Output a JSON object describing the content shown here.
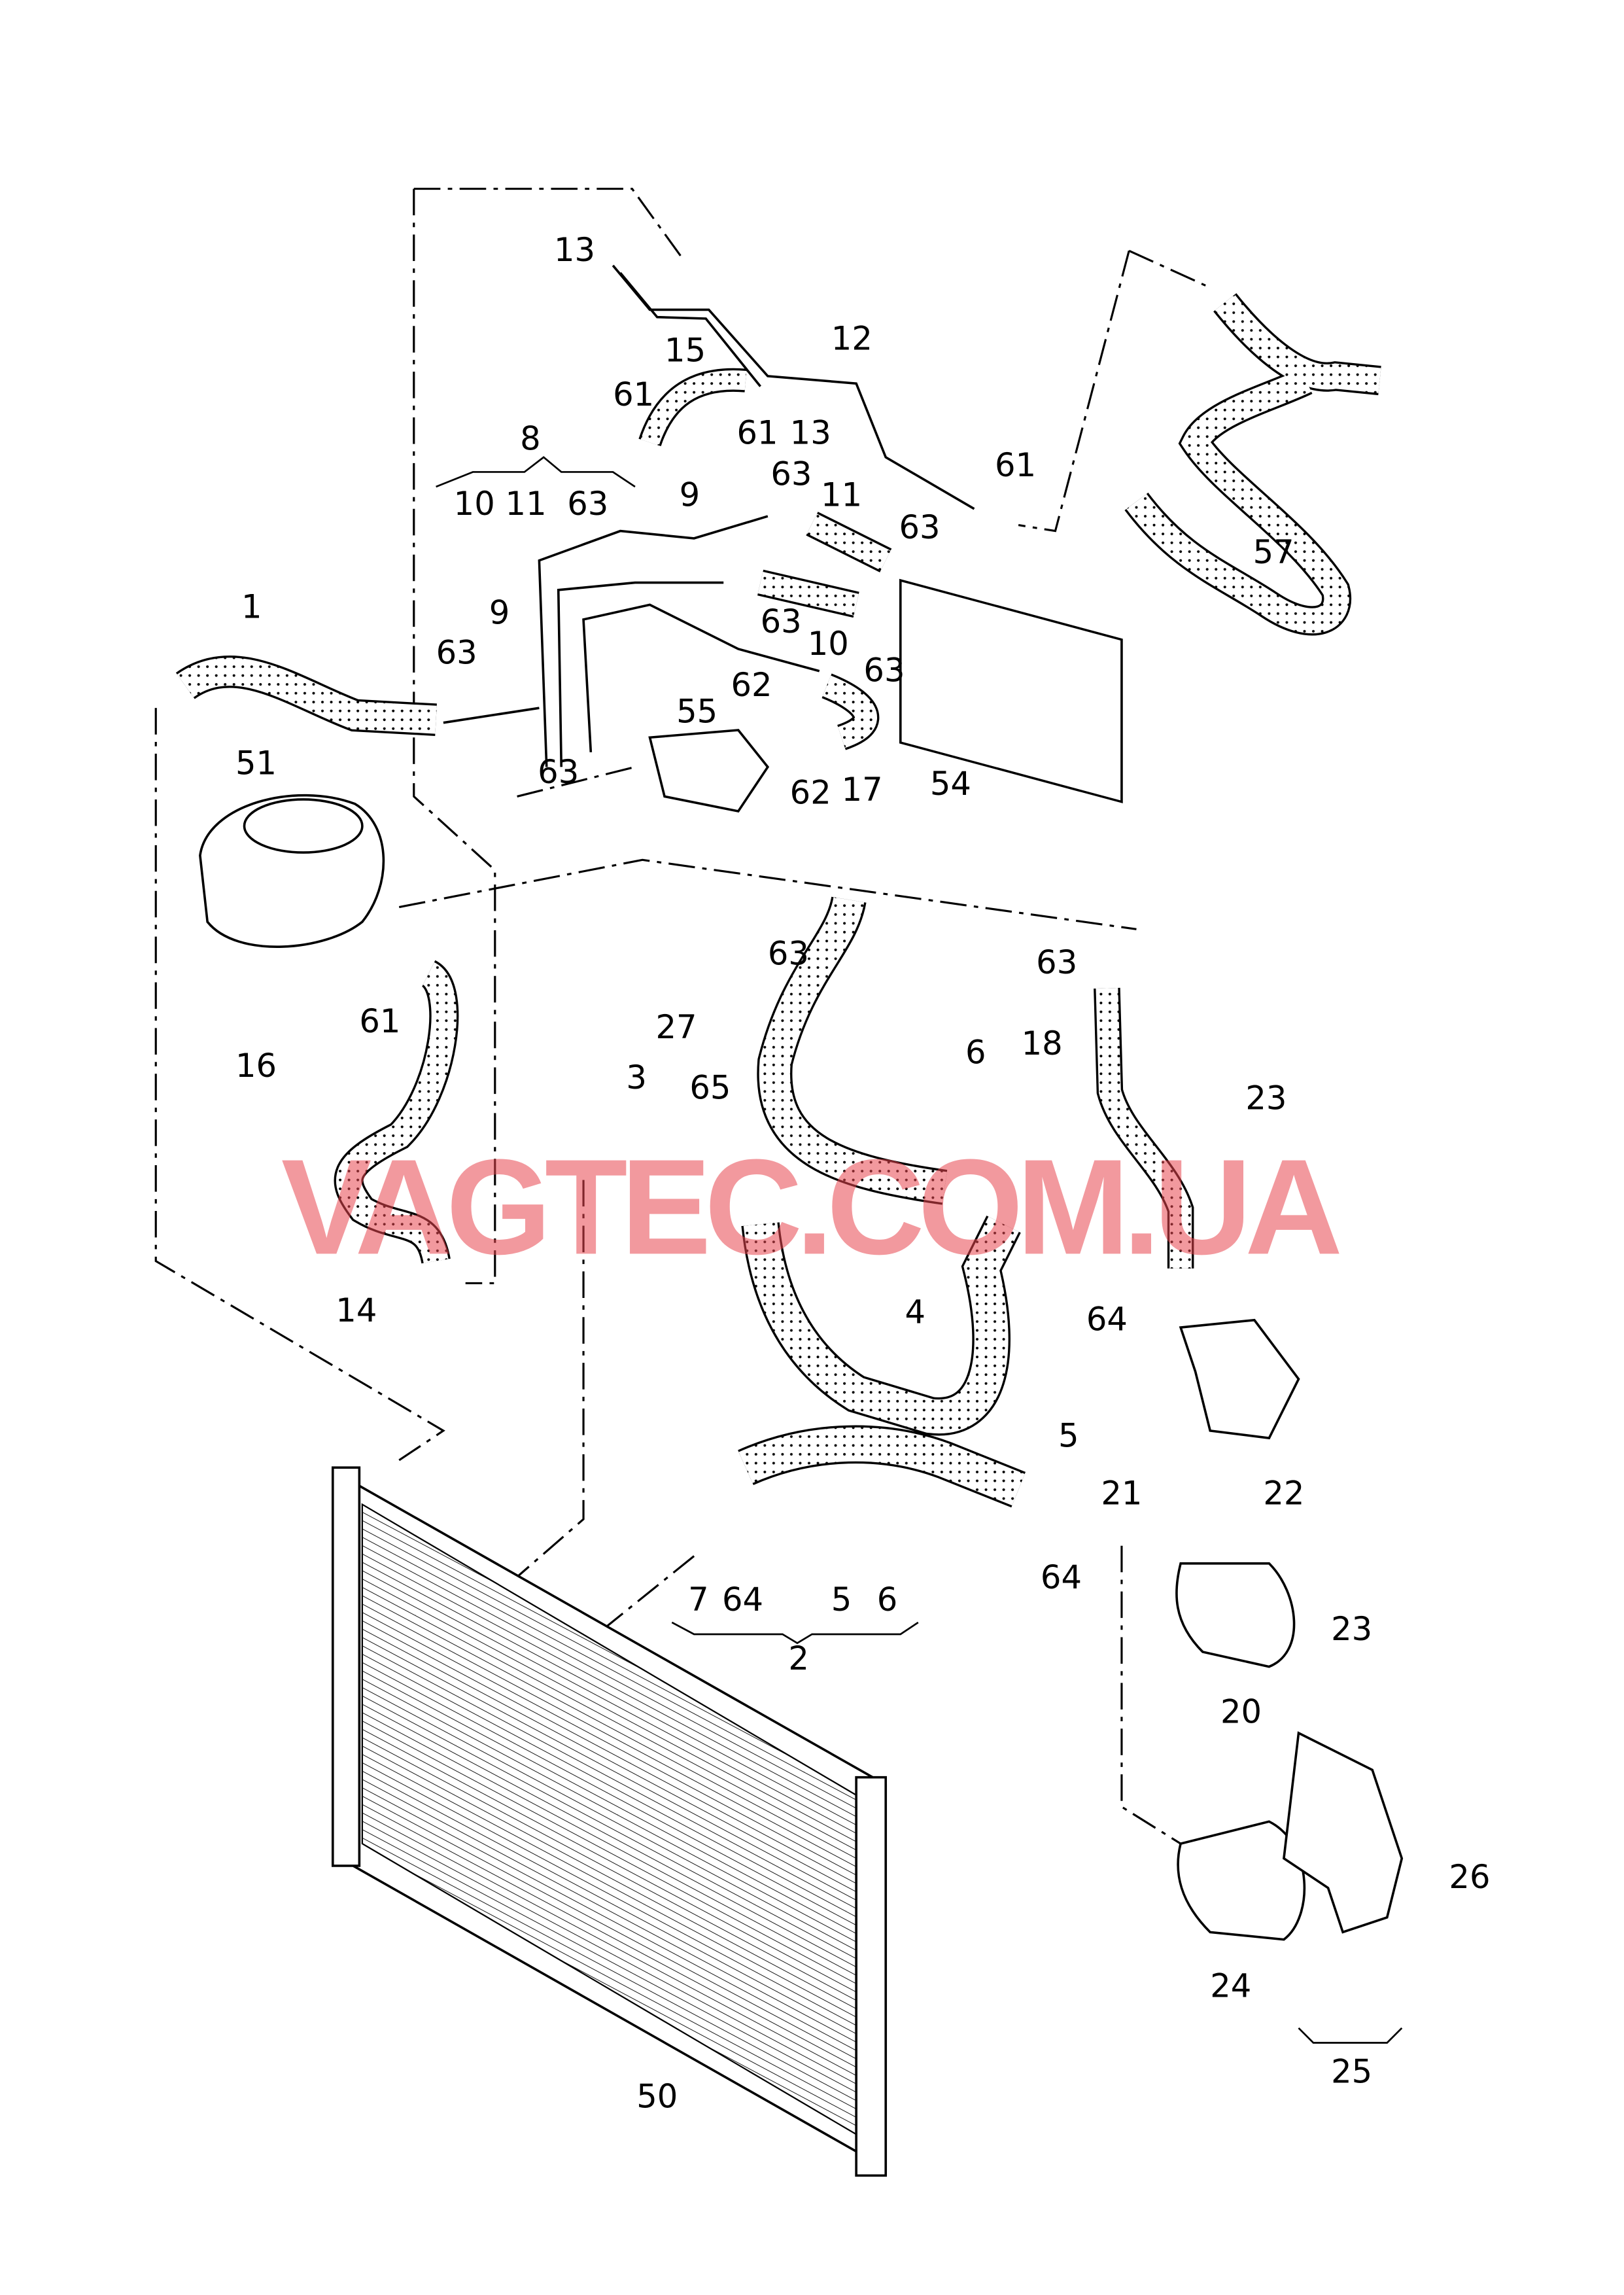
{
  "diagram": {
    "watermark": "VAGTEC.COM.UA",
    "labels": [
      "13",
      "12",
      "15",
      "61",
      "61",
      "13",
      "8",
      "10",
      "11",
      "63",
      "9",
      "63",
      "11",
      "61",
      "63",
      "57",
      "1",
      "9",
      "63",
      "10",
      "63",
      "63",
      "62",
      "55",
      "63",
      "62",
      "17",
      "54",
      "51",
      "63",
      "63",
      "27",
      "6",
      "18",
      "61",
      "16",
      "3",
      "65",
      "14",
      "23",
      "4",
      "64",
      "5",
      "22",
      "21",
      "7",
      "64",
      "5",
      "6",
      "64",
      "2",
      "23",
      "20",
      "26",
      "24",
      "25",
      "50"
    ],
    "colors": {
      "watermark": "#e8454f",
      "lines": "#000000"
    }
  }
}
